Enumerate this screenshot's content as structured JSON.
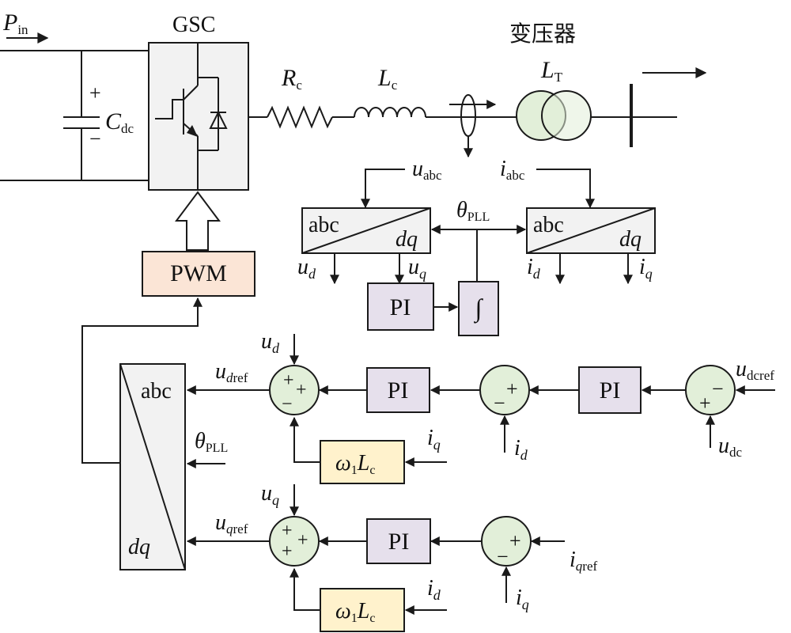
{
  "labels": {
    "p_in": "P",
    "p_in_sub": "in",
    "gsc": "GSC",
    "transformer": "变压器",
    "r": "R",
    "r_sub": "c",
    "l": "L",
    "l_sub": "c",
    "lt": "L",
    "lt_sub": "T",
    "cap": "C",
    "cap_sub": "dc",
    "plus": "+",
    "minus": "−",
    "u": "u",
    "u_abc_sub": "abc",
    "i": "i",
    "i_abc_sub": "abc",
    "theta": "θ",
    "theta_sub": "PLL",
    "abc": "abc",
    "dq": "dq",
    "d": "d",
    "q": "q",
    "pwm": "PWM",
    "pi": "PI",
    "integ": "∫",
    "udref_sub_rest": "ref",
    "uqref_sub_rest": "ref",
    "udcref_sub": "dcref",
    "udc_sub": "dc",
    "iqref_sub_rest": "ref",
    "omega": "ω",
    "omega_sub": "1",
    "lc": "L",
    "lc_sub": "c"
  },
  "colors": {
    "pwm_fill": "#fbe5d6",
    "pi_fill": "#e6e0ec",
    "omega_fill": "#fff2cc",
    "sum_fill": "#e2efd9",
    "transformer_fill": "#e2efd9",
    "abcdq_fill": "#f2f2f2",
    "gsc_fill": "#f2f2f2",
    "line": "#1a1a1a"
  }
}
